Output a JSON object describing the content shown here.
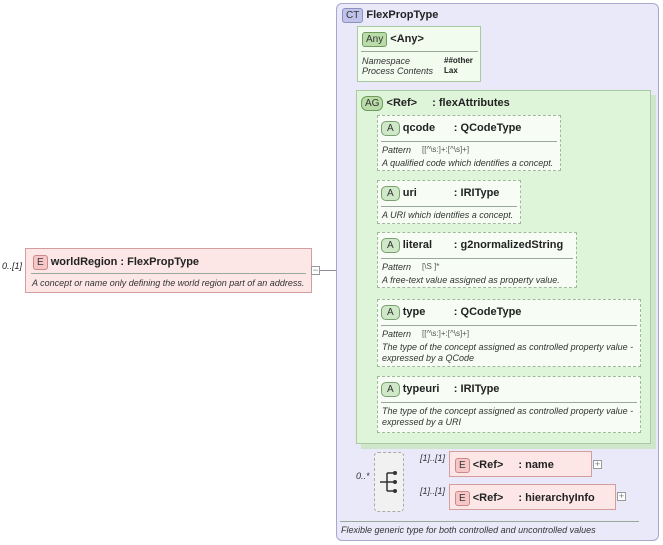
{
  "complex_type": {
    "badge": "CT",
    "name": "FlexPropType",
    "footer": "Flexible generic type for both controlled and uncontrolled values"
  },
  "any": {
    "badge": "Any",
    "title": "<Any>",
    "namespace_label": "Namespace",
    "namespace_value": "##other",
    "process_label": "Process Contents",
    "process_value": "Lax"
  },
  "attribute_group": {
    "badge": "AG",
    "ref": "<Ref>",
    "name": ": flexAttributes"
  },
  "attributes": [
    {
      "badge": "A",
      "name": "qcode",
      "type": ": QCodeType",
      "pattern_label": "Pattern",
      "pattern": "[[^\\s:]+:[^\\s]+]",
      "doc": "A qualified code which identifies a concept."
    },
    {
      "badge": "A",
      "name": "uri",
      "type": ": IRIType",
      "pattern_label": "",
      "pattern": "",
      "doc": "A URI which identifies a concept."
    },
    {
      "badge": "A",
      "name": "literal",
      "type": ": g2normalizedString",
      "pattern_label": "Pattern",
      "pattern": "[\\S ]*",
      "doc": "A free-text value assigned as property value."
    },
    {
      "badge": "A",
      "name": "type",
      "type": ": QCodeType",
      "pattern_label": "Pattern",
      "pattern": "[[^\\s:]+:[^\\s]+]",
      "doc": "The type of the concept assigned as controlled property value - expressed by a QCode"
    },
    {
      "badge": "A",
      "name": "typeuri",
      "type": ": IRIType",
      "pattern_label": "",
      "pattern": "",
      "doc": "The type of the concept assigned as controlled property value - expressed by a URI"
    }
  ],
  "root_element": {
    "badge": "E",
    "name": "worldRegion",
    "type": ": FlexPropType",
    "multiplicity": "0..[1]",
    "doc": "A concept or name only defining the world region part of an address."
  },
  "choice": {
    "multiplicity": "0..*"
  },
  "child_elements": [
    {
      "badge": "E",
      "ref": "<Ref>",
      "name": ": name",
      "multiplicity": "[1]..[1]"
    },
    {
      "badge": "E",
      "ref": "<Ref>",
      "name": ": hierarchyInfo",
      "multiplicity": "[1]..[1]"
    }
  ]
}
